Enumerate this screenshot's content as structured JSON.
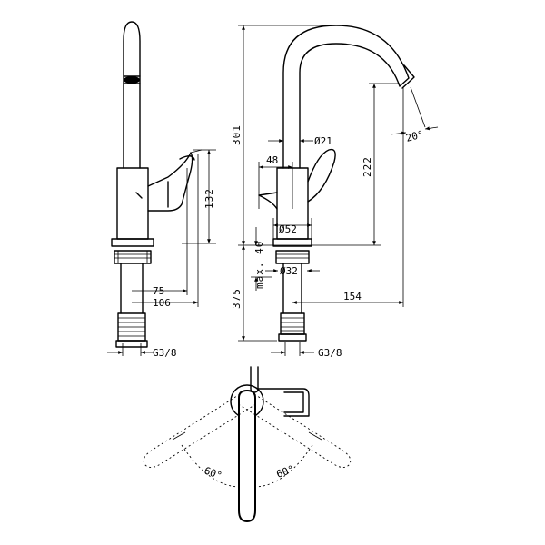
{
  "side_view": {
    "dim_height_lever": "132",
    "dim_spout_offset": "75",
    "dim_lever_offset": "106",
    "dim_thread": "G3/8"
  },
  "front_view": {
    "dim_total_height": "301",
    "dim_max_thickness": "max. 40",
    "dim_below_deck": "375",
    "dim_body_diameter": "Ø21",
    "dim_handle_offset": "48",
    "dim_base_diameter": "Ø52",
    "dim_hole_diameter": "Ø32",
    "dim_spout_height": "222",
    "dim_spout_reach": "154",
    "dim_spout_angle": "20°",
    "dim_thread": "G3/8"
  },
  "top_view": {
    "angle_left": "60°",
    "angle_right": "60°"
  }
}
